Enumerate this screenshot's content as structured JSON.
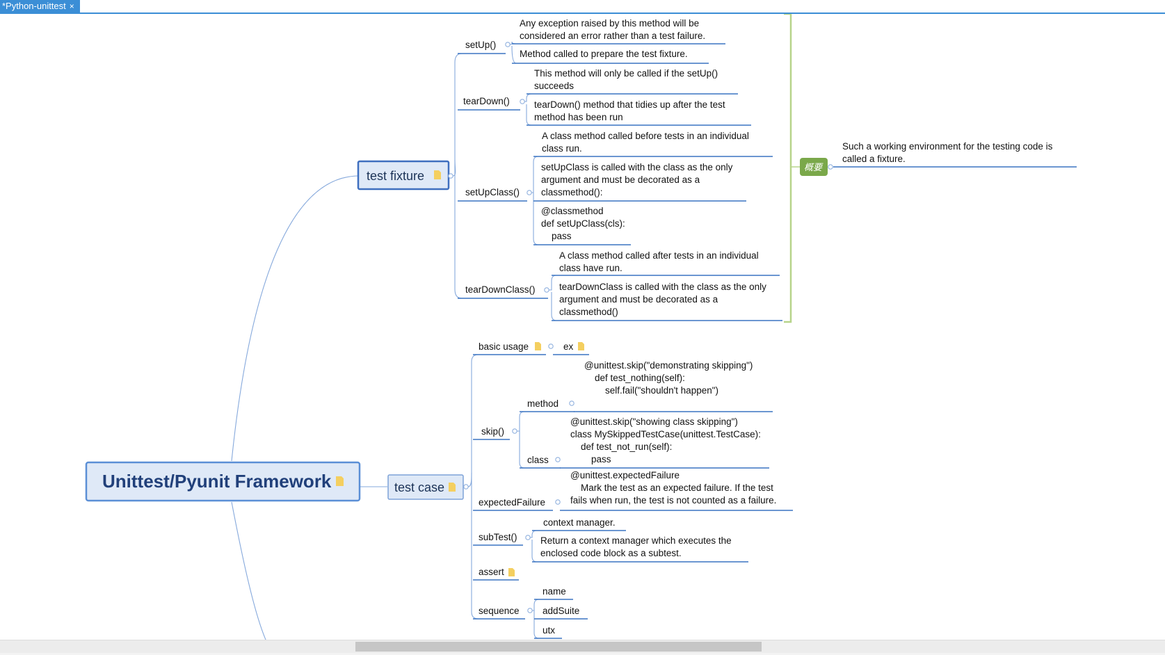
{
  "tab": {
    "title": "*Python-unittest",
    "close": "×"
  },
  "root": {
    "label": "Unittest/Pyunit Framework"
  },
  "fixture": {
    "label": "test fixture",
    "setup": {
      "label": "setUp()",
      "notes": [
        [
          "Any exception raised by this method will be",
          "considered an error rather than a test failure."
        ],
        [
          "Method called to prepare the test fixture."
        ]
      ]
    },
    "teardown": {
      "label": "tearDown()",
      "notes": [
        [
          "This method will only be called if the setUp()",
          "succeeds"
        ],
        [
          " tearDown() method that tidies up after the test",
          "method has been run"
        ]
      ]
    },
    "setupclass": {
      "label": "setUpClass()",
      "notes": [
        [
          " A class method called before tests in an individual",
          "class run."
        ],
        [
          "setUpClass is called with the class as the only",
          "argument and must be decorated as a",
          "classmethod():"
        ],
        [
          "@classmethod",
          "def setUpClass(cls):",
          "    pass"
        ]
      ]
    },
    "teardownclass": {
      "label": "tearDownClass()",
      "notes": [
        [
          "A class method called after tests in an individual",
          "class have run."
        ],
        [
          "tearDownClass is called with the class as the only",
          "argument and must be decorated as a",
          "classmethod()"
        ]
      ]
    },
    "summary_tag": "概要",
    "summary": [
      "Such a working environment for the testing code is",
      "called a fixture."
    ]
  },
  "testcase": {
    "label": "test case",
    "basic": {
      "label": "basic usage",
      "child": "ex"
    },
    "skip": {
      "label": "skip()",
      "method": {
        "label": "method",
        "code": [
          "@unittest.skip(\"demonstrating skipping\")",
          "    def test_nothing(self):",
          "        self.fail(\"shouldn't happen\")"
        ]
      },
      "class": {
        "label": "class",
        "code": [
          "@unittest.skip(\"showing class skipping\")",
          "class MySkippedTestCase(unittest.TestCase):",
          "    def test_not_run(self):",
          "        pass"
        ]
      }
    },
    "expected": {
      "label": "expectedFailure",
      "code": [
        "@unittest.expectedFailure",
        "    Mark the test as an expected failure. If the test",
        "fails when run, the test is not counted as a failure."
      ]
    },
    "subtest": {
      "label": "subTest()",
      "notes": [
        [
          "context manager."
        ],
        [
          "Return a context manager which executes the",
          "enclosed code block as a subtest."
        ]
      ]
    },
    "assert": {
      "label": "assert"
    },
    "sequence": {
      "label": "sequence",
      "items": [
        "name",
        "addSuite",
        "utx"
      ]
    }
  },
  "colors": {
    "tab": "#3b8ed6",
    "line": "#3a74c2",
    "connector": "#86a9dc",
    "node_fill": "#dfe9f7",
    "summary_tag": "#7aa84a",
    "bracket": "#b7d48a",
    "note_icon": "#f4cf60"
  }
}
